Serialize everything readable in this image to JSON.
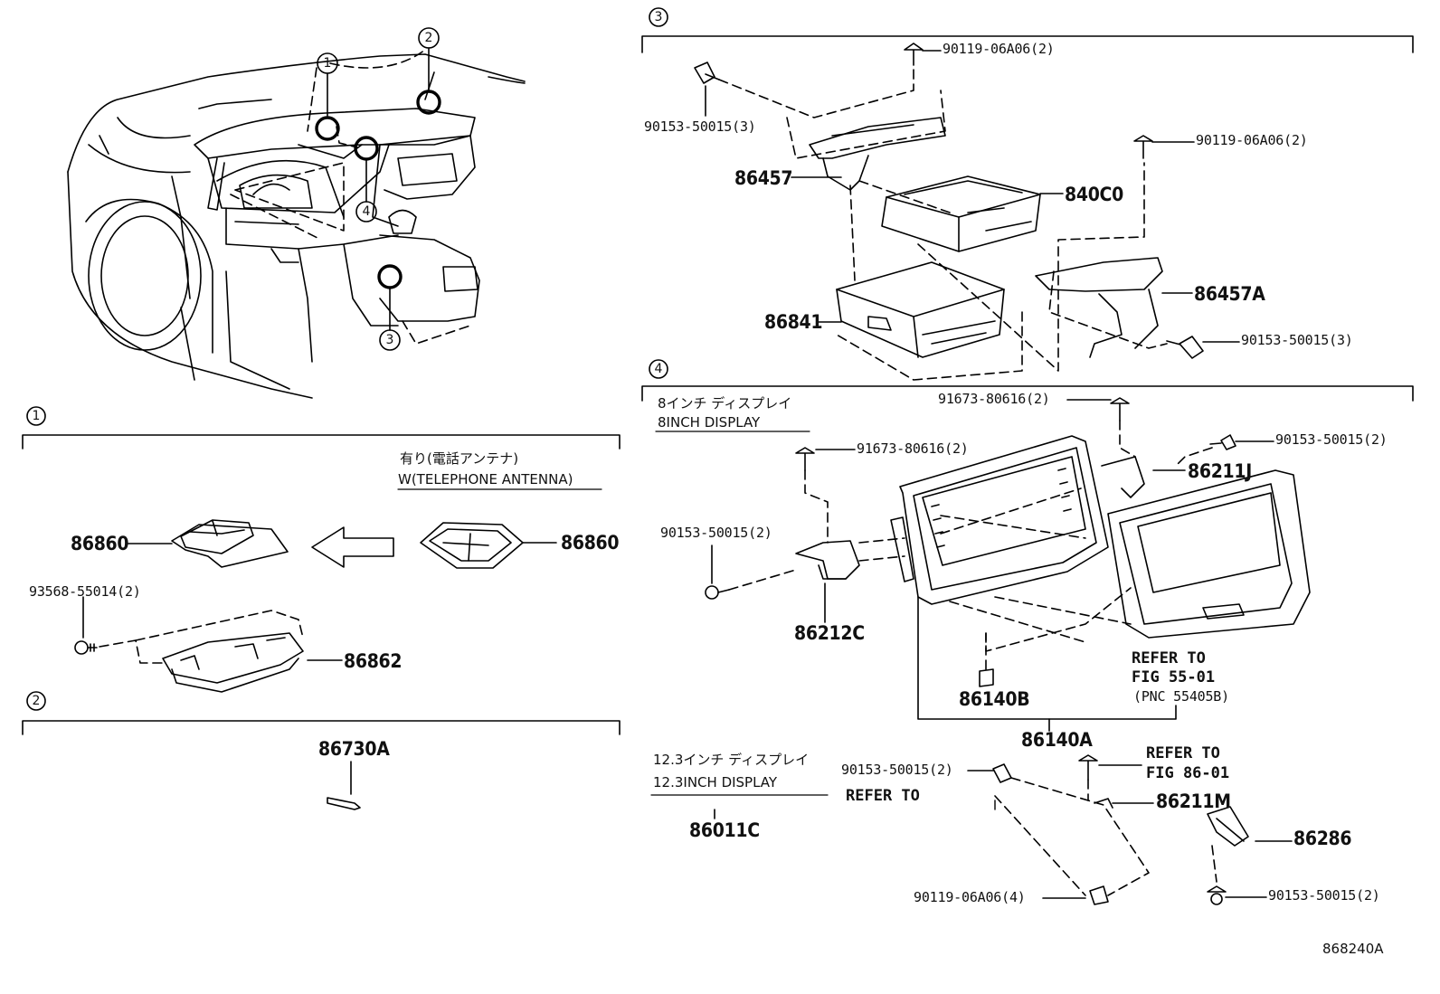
{
  "diagram_code": "868240A",
  "overview": {
    "callouts": [
      "1",
      "2",
      "4",
      "3"
    ]
  },
  "section1": {
    "marker": "1",
    "note_jp": "有り(電話アンテナ)",
    "note_en": "W(TELEPHONE ANTENNA)",
    "parts": [
      "86860",
      "86860",
      "93568-55014(2)",
      "86862"
    ]
  },
  "section2": {
    "marker": "2",
    "parts": [
      "86730A"
    ]
  },
  "section3": {
    "marker": "3",
    "parts": [
      "90119-06A06(2)",
      "90153-50015(3)",
      "90119-06A06(2)",
      "86457",
      "840C0",
      "86457A",
      "86841",
      "90153-50015(3)"
    ]
  },
  "section4": {
    "marker": "4",
    "display8_jp": "8インチ ディスプレイ",
    "display8_en": "8INCH DISPLAY",
    "display12_jp": "12.3インチ ディスプレイ",
    "display12_en": "12.3INCH DISPLAY",
    "parts": [
      "91673-80616(2)",
      "91673-80616(2)",
      "90153-50015(2)",
      "86211J",
      "90153-50015(2)",
      "86212C",
      "86140B",
      "86140A",
      "86011C",
      "90153-50015(2)",
      "86211M",
      "86286",
      "90119-06A06(4)",
      "90153-50015(2)"
    ],
    "refer1": [
      "REFER TO",
      "FIG 55-01",
      "(PNC 55405B)"
    ],
    "refer2": [
      "REFER TO",
      "FIG 86-01"
    ],
    "refer3": "REFER TO"
  }
}
